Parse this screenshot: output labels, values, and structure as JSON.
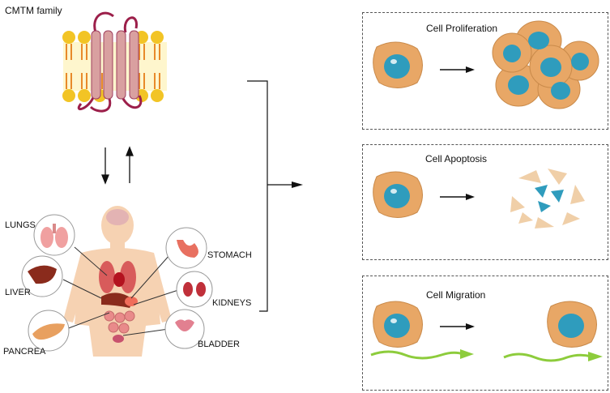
{
  "membrane": {
    "title": "CMTM family"
  },
  "organs": {
    "lungs": "LUNGS",
    "liver": "LIVER",
    "pancreas": "PANCREA",
    "stomach": "STOMACH",
    "kidneys": "KIDNEYS",
    "bladder": "BLADDER"
  },
  "panels": [
    {
      "title": "Cell Proliferation"
    },
    {
      "title": "Cell Apoptosis"
    },
    {
      "title": "Cell Migration"
    }
  ],
  "colors": {
    "cell_body": "#e8a766",
    "nucleus": "#2f9cbd",
    "membrane_head": "#f2c425",
    "protein": "#d9a0a0",
    "loop": "#9c1f4a",
    "migration_arrow": "#8dcc3c",
    "skin": "#f6d2b2"
  }
}
